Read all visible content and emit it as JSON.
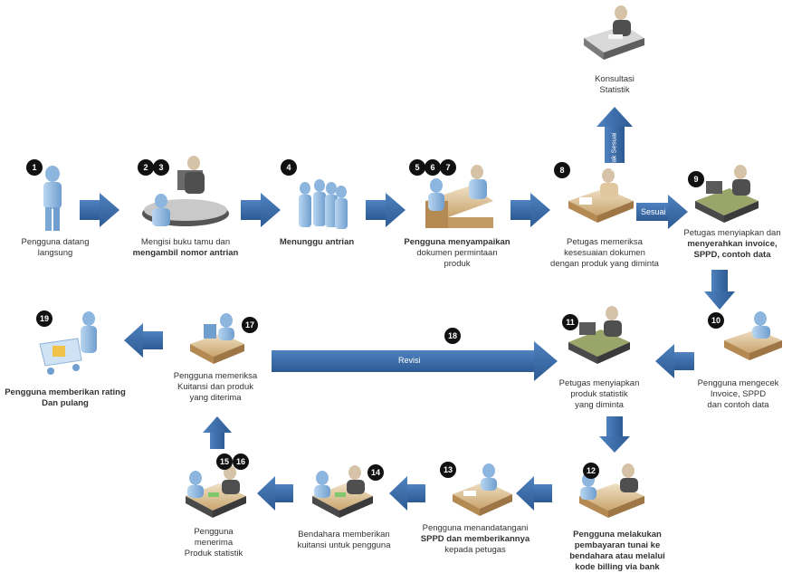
{
  "steps": [
    {
      "id": "1",
      "label": [
        "Pengguna datang",
        "langsung"
      ]
    },
    {
      "id": "2",
      "label": [
        "Mengisi buku tamu dan",
        "mengambil nomor antrian"
      ]
    },
    {
      "id": "3",
      "label": []
    },
    {
      "id": "4",
      "label": [
        "Menunggu antrian"
      ]
    },
    {
      "id": "5",
      "label": [
        "Pengguna menyampaikan",
        "dokumen permintaan",
        "produk"
      ]
    },
    {
      "id": "6",
      "label": []
    },
    {
      "id": "7",
      "label": []
    },
    {
      "id": "8",
      "label": [
        "Petugas memeriksa",
        "kesesuaian dokumen",
        "dengan produk yang diminta"
      ]
    },
    {
      "id": "9",
      "label": [
        "Petugas menyiapkan dan",
        "menyerahkan invoice,",
        "SPPD, contoh data"
      ]
    },
    {
      "id": "10",
      "label": [
        "Pengguna mengecek",
        "Invoice, SPPD",
        "dan contoh data"
      ]
    },
    {
      "id": "11",
      "label": [
        "Petugas menyiapkan",
        "produk statistik",
        "yang diminta"
      ]
    },
    {
      "id": "12",
      "label": [
        "Pengguna melakukan",
        "pembayaran tunai ke",
        "bendahara atau melalui",
        "kode billing via bank"
      ]
    },
    {
      "id": "13",
      "label": [
        "Pengguna menandatangani",
        "SPPD dan memberikannya",
        "kepada petugas"
      ]
    },
    {
      "id": "14",
      "label": [
        "Bendahara memberikan",
        "kuitansi untuk pengguna"
      ]
    },
    {
      "id": "15",
      "label": [
        "Pengguna",
        "menerima",
        "Produk statistik"
      ]
    },
    {
      "id": "16",
      "label": []
    },
    {
      "id": "17",
      "label": [
        "Pengguna memeriksa",
        "Kuitansi dan produk",
        "yang diterima"
      ]
    },
    {
      "id": "18",
      "label": []
    },
    {
      "id": "19",
      "label": [
        "Pengguna memberikan rating",
        "Dan pulang"
      ]
    }
  ],
  "konsultasi": {
    "label": [
      "Konsultasi",
      "Statistik"
    ]
  },
  "arrow_labels": {
    "sesuai": "Sesuai",
    "tidak_sesuai": "Tidak Sesuai",
    "revisi": "Revisi"
  },
  "colors": {
    "arrow": "#3d6fad",
    "arrow_dark": "#2f5b91",
    "person": "#9cc3e6",
    "desk": "#d6b88a",
    "screen": "#5a5a5a",
    "badge": "#111111"
  }
}
